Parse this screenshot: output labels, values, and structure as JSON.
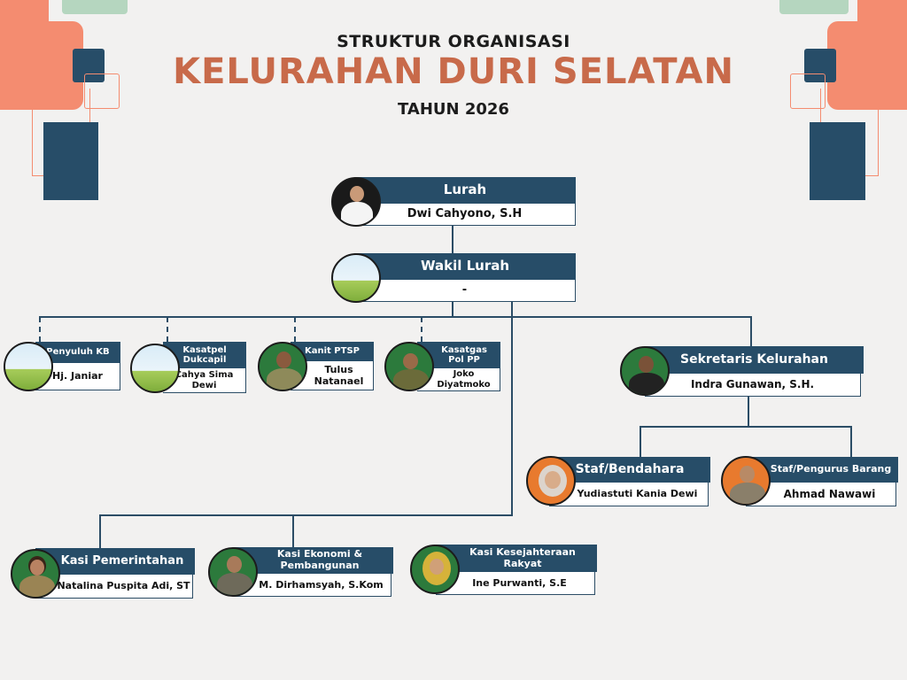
{
  "header": {
    "line1": "STRUKTUR ORGANISASI",
    "line2": "KELURAHAN DURI SELATAN",
    "line3": "TAHUN 2026"
  },
  "colors": {
    "navy": "#274d68",
    "accent": "#c86a4a",
    "salmon": "#f48c70",
    "mint": "#b5d6bf",
    "background": "#f2f1f0"
  },
  "nodes": {
    "lurah": {
      "title": "Lurah",
      "name": "Dwi Cahyono, S.H",
      "photo": "official-portrait"
    },
    "wakil": {
      "title": "Wakil Lurah",
      "name": "-",
      "photo": "placeholder-landscape"
    },
    "penyuluh": {
      "title": "Penyuluh KB",
      "name": "Hj. Janiar",
      "photo": "placeholder-landscape"
    },
    "kasatpel": {
      "title": "Kasatpel Dukcapil",
      "name": "Cahya Sima Dewi",
      "photo": "placeholder-landscape"
    },
    "kanit": {
      "title": "Kanit PTSP",
      "name": "Tulus Natanael",
      "photo": "portrait"
    },
    "kasatgas": {
      "title": "Kasatgas Pol PP",
      "name": "Joko Diyatmoko",
      "photo": "portrait"
    },
    "sekretaris": {
      "title": "Sekretaris Kelurahan",
      "name": "Indra Gunawan, S.H.",
      "photo": "portrait"
    },
    "bendahara": {
      "title": "Staf/Bendahara",
      "name": "Yudiastuti Kania Dewi",
      "photo": "portrait"
    },
    "pengurus": {
      "title": "Staf/Pengurus Barang",
      "name": "Ahmad Nawawi",
      "photo": "portrait"
    },
    "pemerintahan": {
      "title": "Kasi Pemerintahan",
      "name": "Natalina Puspita Adi, ST",
      "photo": "portrait"
    },
    "ekonomi": {
      "title": "Kasi Ekonomi & Pembangunan",
      "name": "M. Dirhamsyah, S.Kom",
      "photo": "portrait"
    },
    "kesra": {
      "title": "Kasi Kesejahteraan Rakyat",
      "name": "Ine Purwanti, S.E",
      "photo": "portrait"
    }
  }
}
